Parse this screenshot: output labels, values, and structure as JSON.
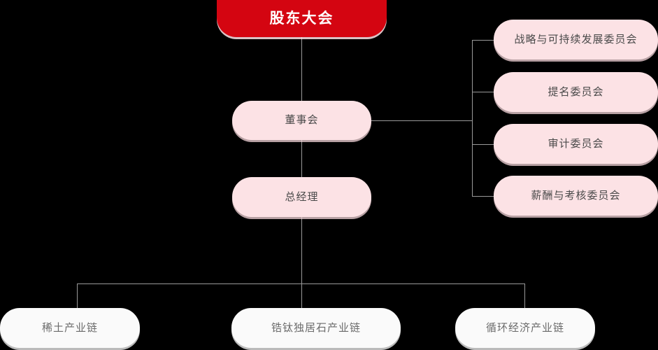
{
  "chart_title": "",
  "colors": {
    "background": "#000000",
    "root_fill": "#D40511",
    "root_text": "#FFFFFF",
    "pink_fill": "#FCE2E5",
    "pink_text": "#4A4A4A",
    "white_fill": "#FAFAFA",
    "white_text": "#6B6B6B",
    "connector": "#9A9A9A"
  },
  "nodes": {
    "root": {
      "label": "股东大会"
    },
    "board": {
      "label": "董事会"
    },
    "general_manager": {
      "label": "总经理"
    }
  },
  "committees": [
    {
      "label": "战略与可持续发展委员会"
    },
    {
      "label": "提名委员会"
    },
    {
      "label": "审计委员会"
    },
    {
      "label": "薪酬与考核委员会"
    }
  ],
  "industry_chains": [
    {
      "label": "稀土产业链"
    },
    {
      "label": "锆钛独居石产业链"
    },
    {
      "label": "循环经济产业链"
    }
  ]
}
